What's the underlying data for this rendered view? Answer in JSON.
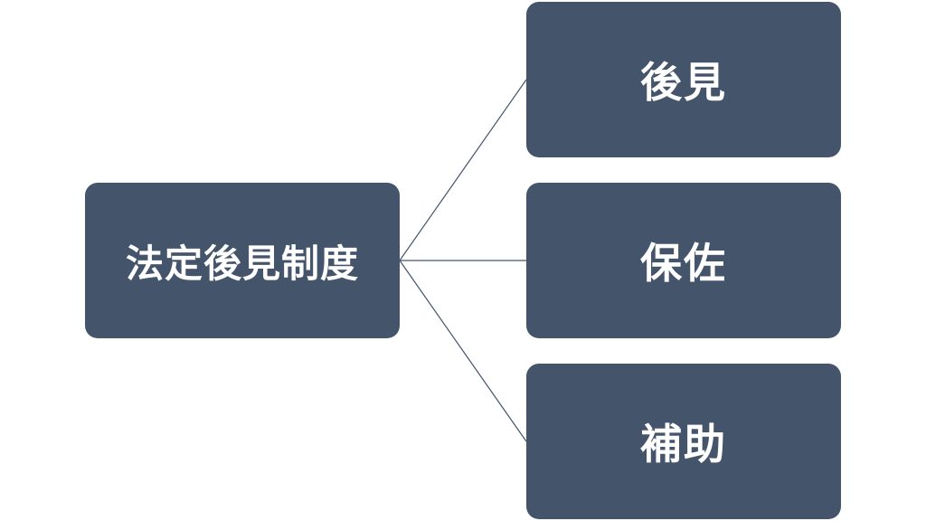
{
  "diagram": {
    "root": {
      "label": "法定後見制度"
    },
    "children": [
      {
        "label": "後見"
      },
      {
        "label": "保佐"
      },
      {
        "label": "補助"
      }
    ]
  },
  "colors": {
    "node_fill": "#44546a",
    "node_text": "#ffffff",
    "connector": "#44546a",
    "background": "#ffffff"
  }
}
